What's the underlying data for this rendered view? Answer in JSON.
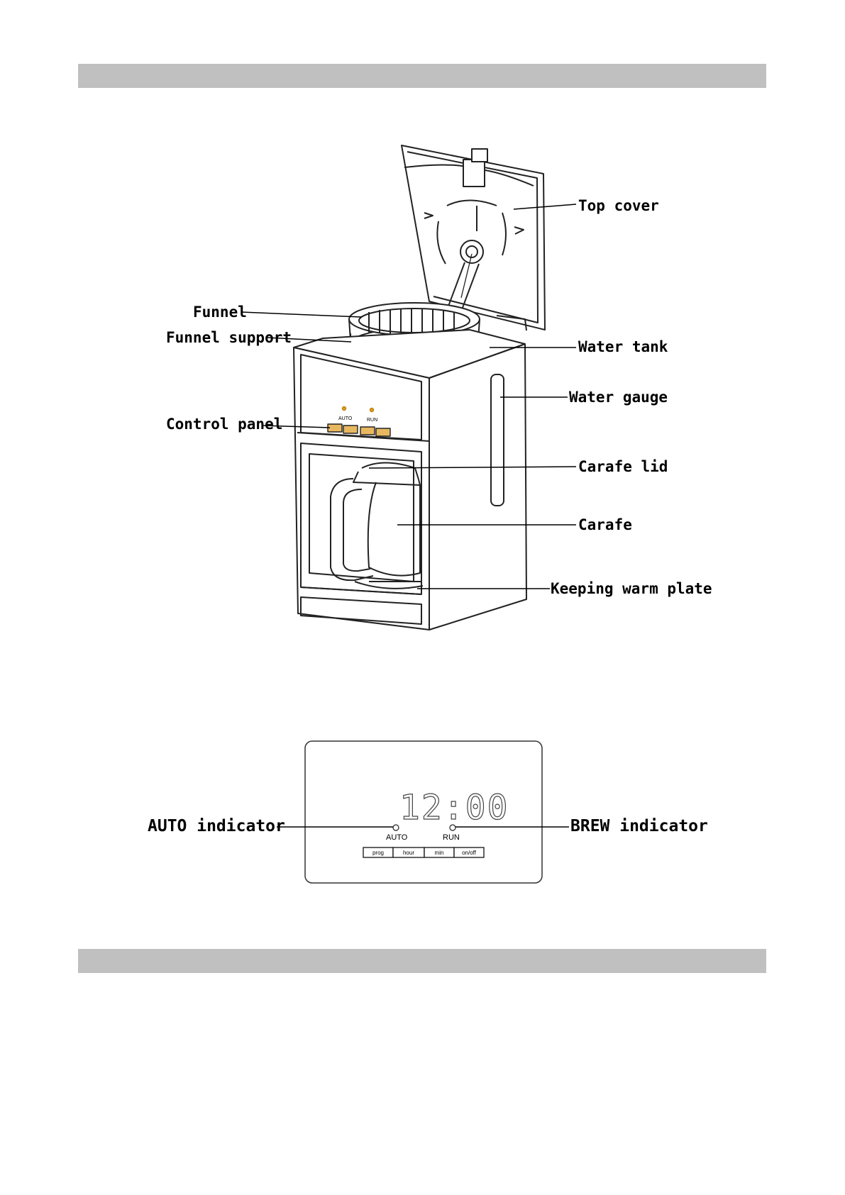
{
  "machine_callouts": [
    {
      "id": "top-cover",
      "label": "Top cover"
    },
    {
      "id": "funnel",
      "label": "Funnel"
    },
    {
      "id": "funnel-support",
      "label": "Funnel support"
    },
    {
      "id": "water-tank",
      "label": "Water tank"
    },
    {
      "id": "water-gauge",
      "label": "Water gauge"
    },
    {
      "id": "control-panel",
      "label": "Control panel"
    },
    {
      "id": "carafe-lid",
      "label": "Carafe lid"
    },
    {
      "id": "carafe",
      "label": "Carafe"
    },
    {
      "id": "keeping-warm-plate",
      "label": "Keeping warm plate"
    }
  ],
  "machine_panel": {
    "auto_label": "AUTO",
    "run_label": "RUN"
  },
  "control_panel_diagram": {
    "display_time": "12:00",
    "auto_indicator_label": "AUTO indicator",
    "brew_indicator_label": "BREW indicator",
    "auto_led_label": "AUTO",
    "run_led_label": "RUN",
    "buttons": [
      "prog",
      "hour",
      "min",
      "on/off"
    ]
  },
  "colors": {
    "header_bar": "#c0c0c0",
    "button_amber": "#e8b860",
    "led_amber": "#e0a020"
  }
}
